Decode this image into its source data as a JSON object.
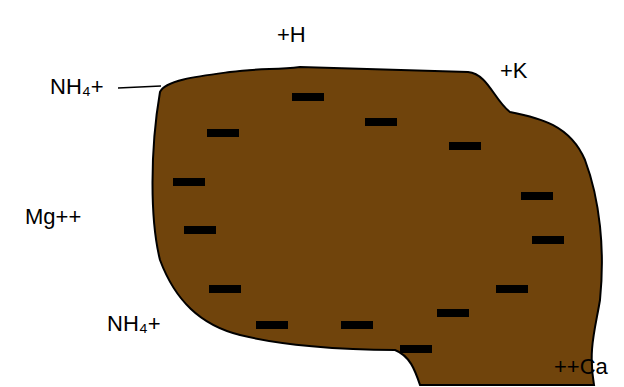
{
  "diagram": {
    "labels": [
      "+H",
      "+K",
      "NH₄+",
      "Mg++",
      "NH₄+",
      "++Ca"
    ]
  }
}
